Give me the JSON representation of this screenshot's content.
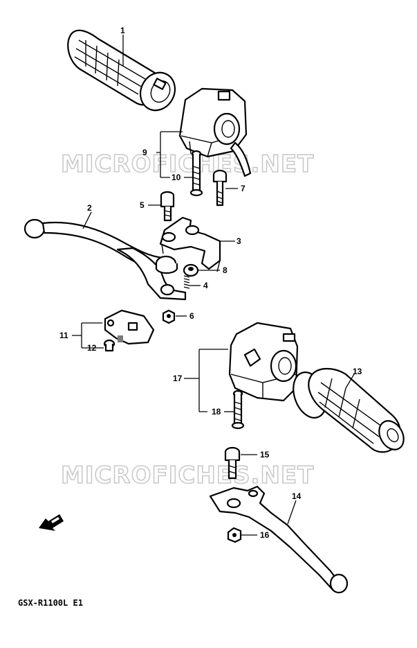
{
  "diagram": {
    "model_caption": "GSX-R1100L E1",
    "watermark": "MICROFICHES.NET",
    "callouts": [
      "1",
      "2",
      "3",
      "4",
      "5",
      "6",
      "7",
      "8",
      "9",
      "10",
      "11",
      "12",
      "13",
      "14",
      "15",
      "16",
      "17",
      "18"
    ]
  }
}
